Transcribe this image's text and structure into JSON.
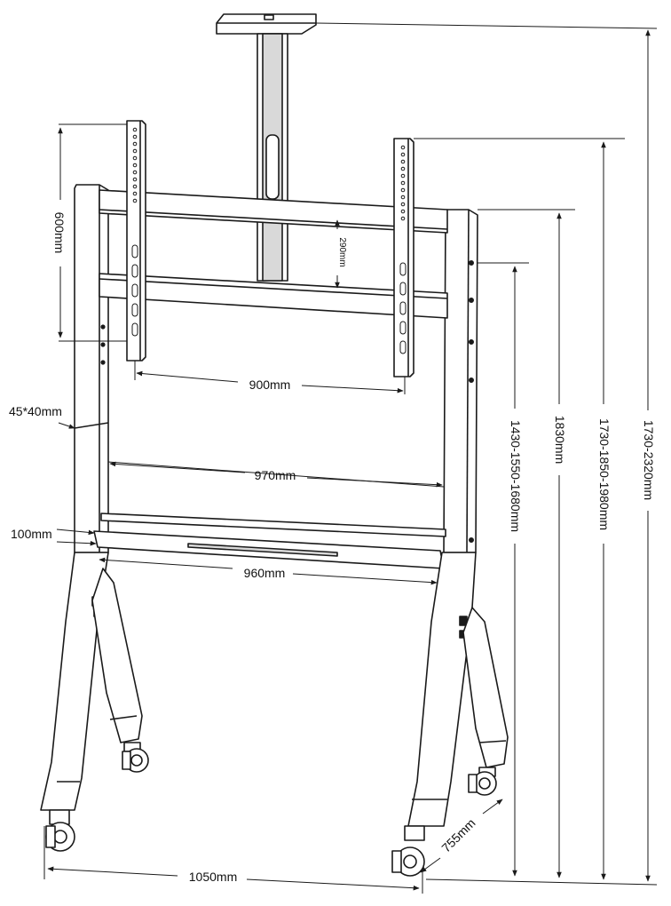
{
  "colors": {
    "line": "#1a1a1a",
    "frame_fill": "#ffffff",
    "shade": "#d9d9d9",
    "dark_shade": "#9c9c9c"
  },
  "dimensions": {
    "vesa_height": "600mm",
    "camera_shelf_gap": "290mm",
    "vesa_width": "900mm",
    "tube_size": "45*40mm",
    "frame_width": "970mm",
    "shelf_depth": "100mm",
    "shelf_width": "960mm",
    "base_width": "1050mm",
    "base_depth": "755mm",
    "height_mount": "1430-1550-1680mm",
    "height_frame": "1830mm",
    "height_vesa_top": "1730-1850-1980mm",
    "height_total": "1730-2320mm"
  }
}
